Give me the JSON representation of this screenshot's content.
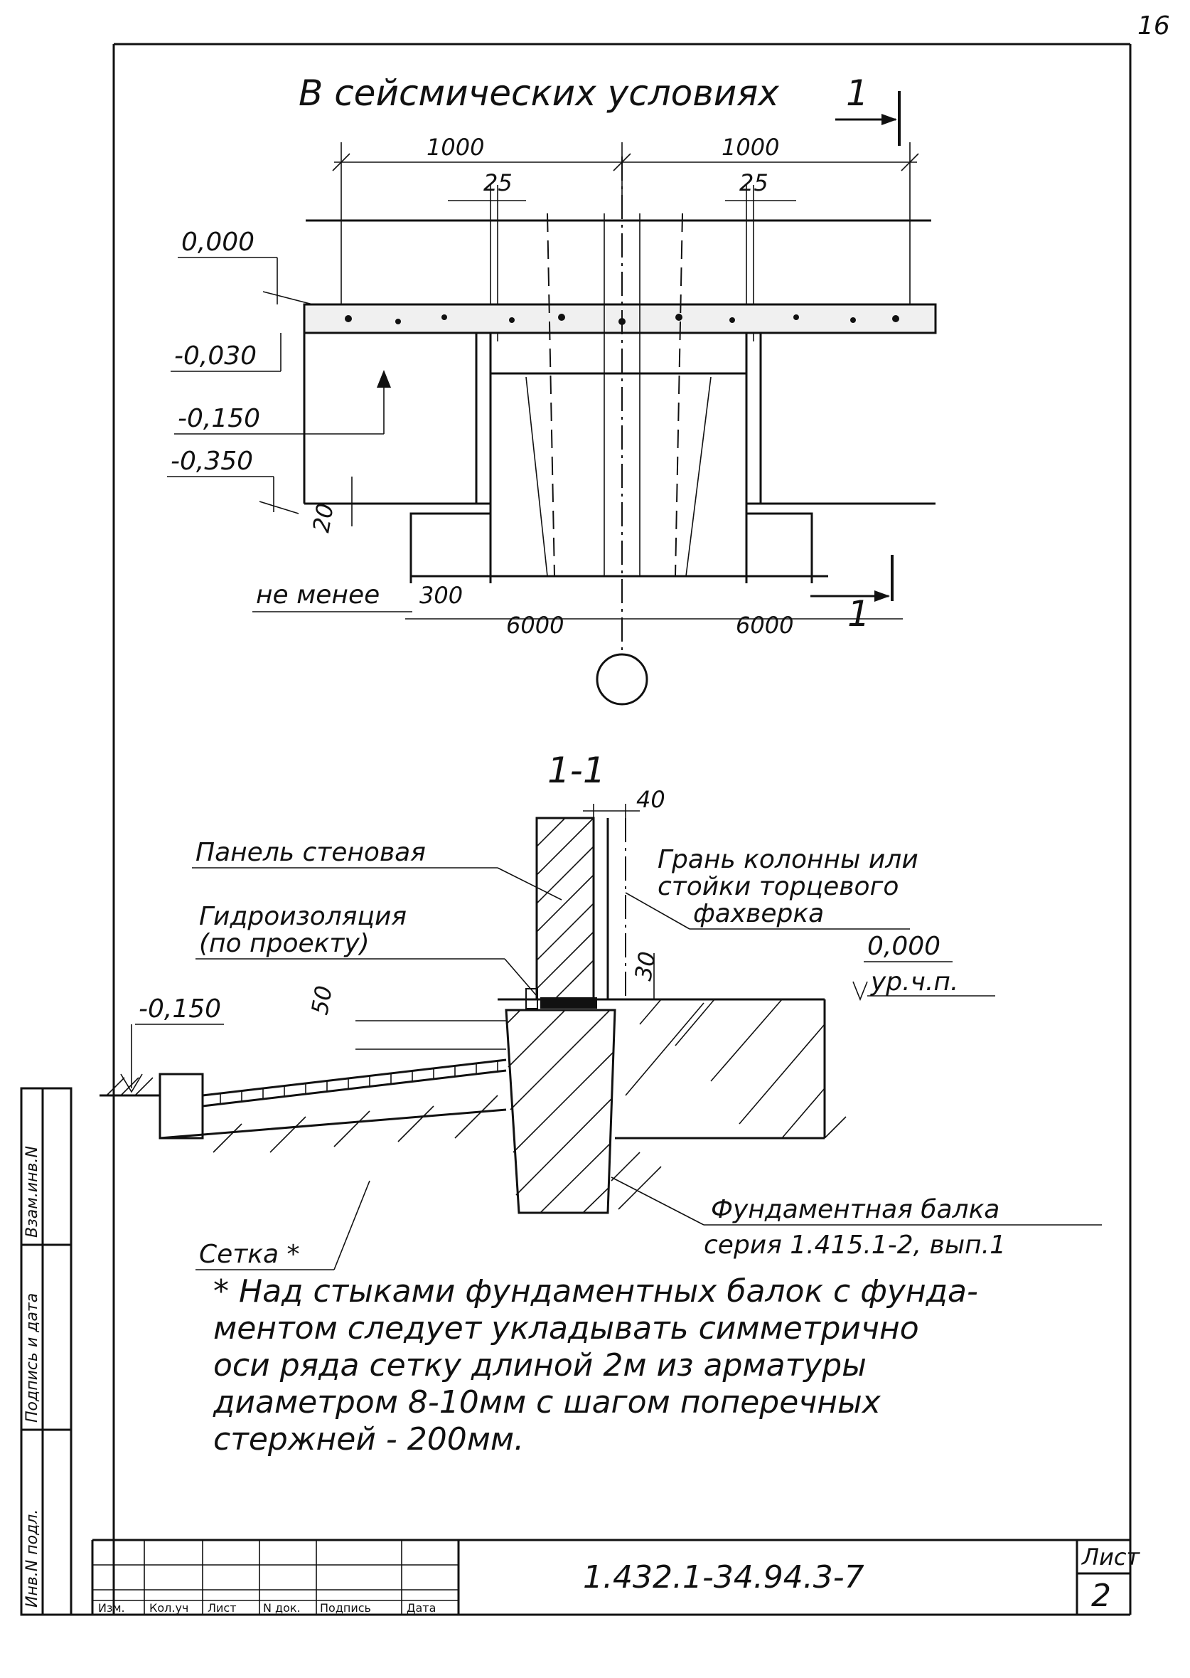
{
  "sheet_number": "16",
  "plan": {
    "title": "В сейсмических условиях",
    "section_mark": "1",
    "dims_top": [
      "1000",
      "1000"
    ],
    "dims_gap": [
      "25",
      "25"
    ],
    "levels": [
      "0,000",
      "-0,030",
      "-0,150",
      "-0,350"
    ],
    "dim_20": "20",
    "min_label": "не менее",
    "dim_300": "300",
    "dims_bottom": [
      "6000",
      "6000"
    ]
  },
  "section": {
    "title": "1-1",
    "dim_40": "40",
    "dim_30": "30",
    "dim_50": "50",
    "label_panel": "Панель стеновая",
    "label_column": [
      "Грань колонны или",
      "стойки торцевого",
      "фахверка"
    ],
    "label_hydro": [
      "Гидроизоляция",
      "(по проекту)"
    ],
    "level_zero": "0,000",
    "level_floor": "ур.ч.п.",
    "level_minus": "-0,150",
    "label_mesh": "Сетка *",
    "label_beam": [
      "Фундаментная балка",
      "серия 1.415.1-2, вып.1"
    ]
  },
  "note": [
    "* Над стыками фундаментных балок с фунда-",
    "ментом следует укладывать симметрично",
    "оси ряда сетку длиной 2м из арматуры",
    "диаметром 8-10мм с шагом поперечных",
    "стержней - 200мм."
  ],
  "stamp": {
    "code": "1.432.1-34.94.3-7",
    "sheet_label": "Лист",
    "sheet_value": "2",
    "columns": [
      "Изм.",
      "Кол.уч",
      "Лист",
      "N док.",
      "Подпись",
      "Дата"
    ],
    "side_labels": [
      "Инв.N подл.",
      "Подпись и дата",
      "Взам.инв.N"
    ]
  }
}
